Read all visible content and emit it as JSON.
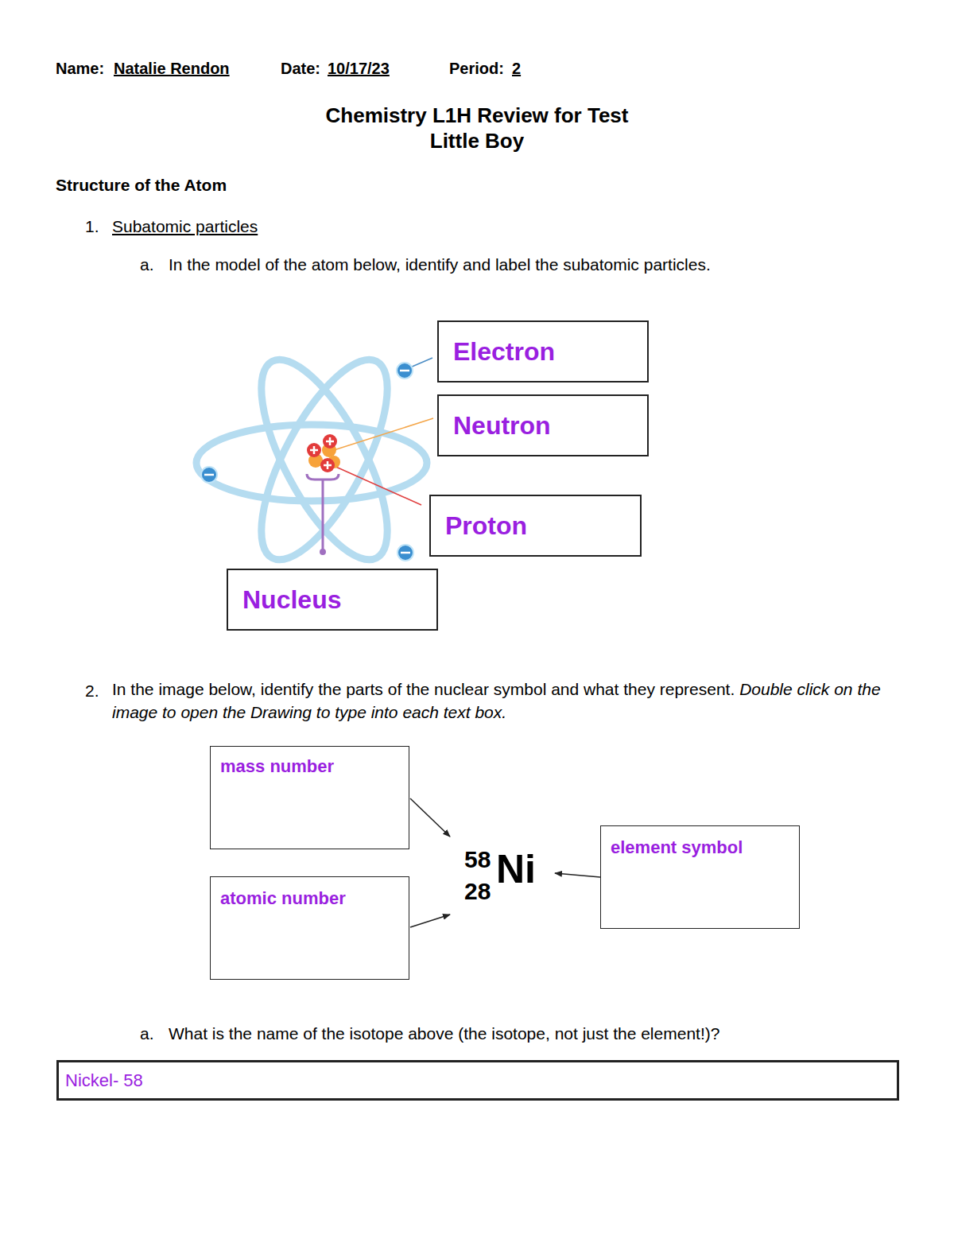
{
  "diagram": {
    "title": "Chemistry L1H Review for Test",
    "nodes": [
      {
        "text": [
          "Electron"
        ]
      },
      {
        "text": [
          "Neutron"
        ]
      },
      {
        "text": [
          "Proton"
        ]
      },
      {
        "text": [
          "Nucleus"
        ]
      },
      {
        "text": [
          "mass number"
        ]
      },
      {
        "text": [
          "atomic number"
        ]
      },
      {
        "text": [
          "element symbol"
        ]
      },
      {
        "text": [
          "Nickel- 58"
        ]
      }
    ],
    "labels": [
      "Name:",
      "Natalie Rendon",
      "Date:",
      "10/17/23",
      "Period:",
      "2",
      "Little Boy",
      "Structure of the Atom",
      "1.",
      "Subatomic particles",
      "a.",
      "In the model of the atom below, identify and label the subatomic particles.",
      "2.",
      "In the image below, identify the parts of the nuclear symbol and what they represent.",
      "Double click on the image to open the Drawing to type into each text box.",
      "58",
      "28",
      "Ni",
      "a.",
      "What is the name of the isotope above (the isotope, not just the element!)?"
    ]
  }
}
